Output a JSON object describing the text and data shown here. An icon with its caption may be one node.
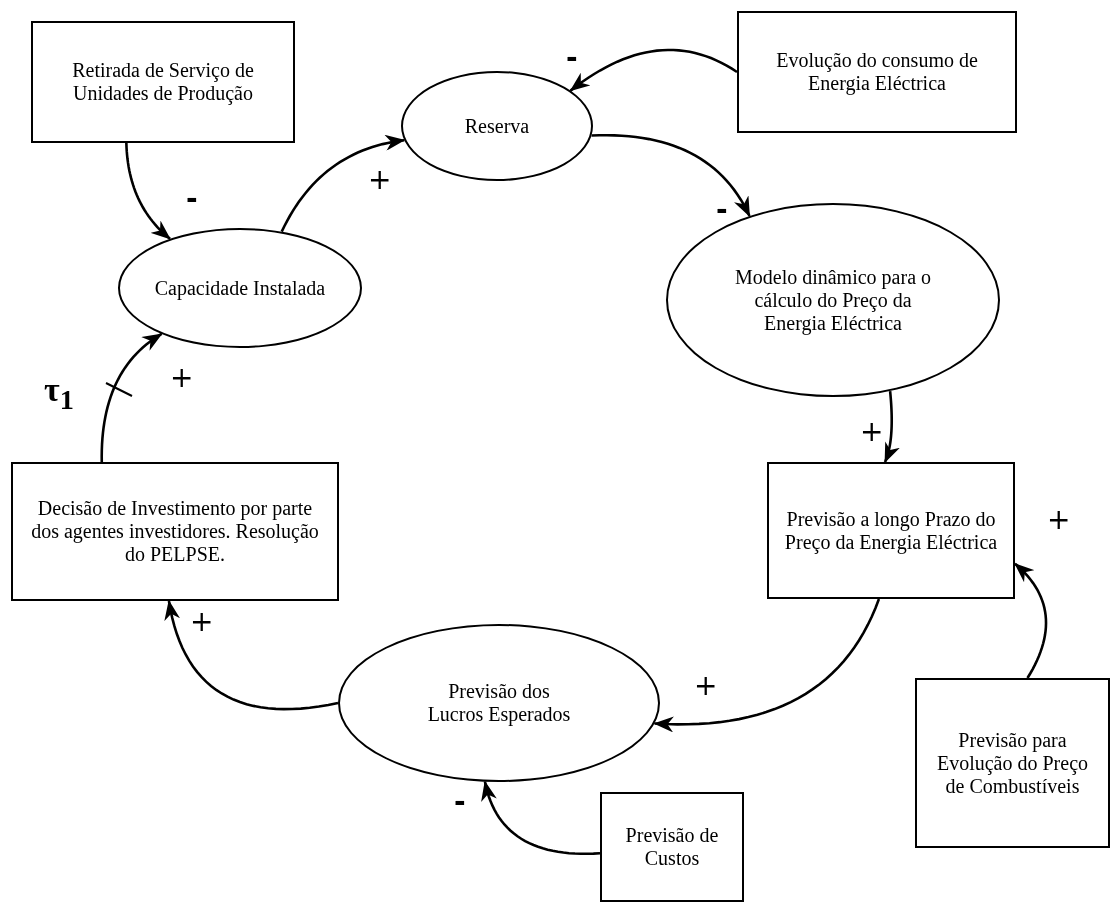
{
  "diagram": {
    "nodes": [
      {
        "text": [
          "Retirada de Serviço de Unidades de Produção"
        ]
      },
      {
        "text": [
          "Reserva"
        ]
      },
      {
        "text": [
          "Evolução do consumo de Energia Eléctrica"
        ]
      },
      {
        "text": [
          "Capacidade Instalada"
        ]
      },
      {
        "text": [
          "Modelo dinâmico para o cálculo do Preço da Energia Eléctrica"
        ]
      },
      {
        "text": [
          "Decisão de Investimento por parte dos agentes investidores. Resolução do PELPSE."
        ]
      },
      {
        "text": [
          "Previsão a longo Prazo do Preço da Energia Eléctrica"
        ]
      },
      {
        "text": [
          "Previsão dos Lucros Esperados"
        ]
      },
      {
        "text": [
          "Previsão de Custos"
        ]
      },
      {
        "text": [
          "Previsão para Evolução do Preço de Combustíveis"
        ]
      }
    ],
    "edges": [
      {
        "from": 0,
        "to": 3,
        "arrow": "to",
        "label": "-"
      },
      {
        "from": 3,
        "to": 1,
        "arrow": "to",
        "label": "+"
      },
      {
        "from": 2,
        "to": 1,
        "arrow": "to",
        "label": "-"
      },
      {
        "from": 1,
        "to": 4,
        "arrow": "to",
        "label": "-"
      },
      {
        "from": 4,
        "to": 6,
        "arrow": "to",
        "label": "+"
      },
      {
        "from": 6,
        "to": 7,
        "arrow": "to",
        "label": "+"
      },
      {
        "from": 9,
        "to": 6,
        "arrow": "to",
        "label": "+"
      },
      {
        "from": 8,
        "to": 7,
        "arrow": "to",
        "label": "-"
      },
      {
        "from": 7,
        "to": 5,
        "arrow": "to",
        "label": "+"
      },
      {
        "from": 5,
        "to": 3,
        "arrow": "to",
        "label": "+"
      }
    ],
    "labels": [
      "τ$_{1}$"
    ]
  }
}
